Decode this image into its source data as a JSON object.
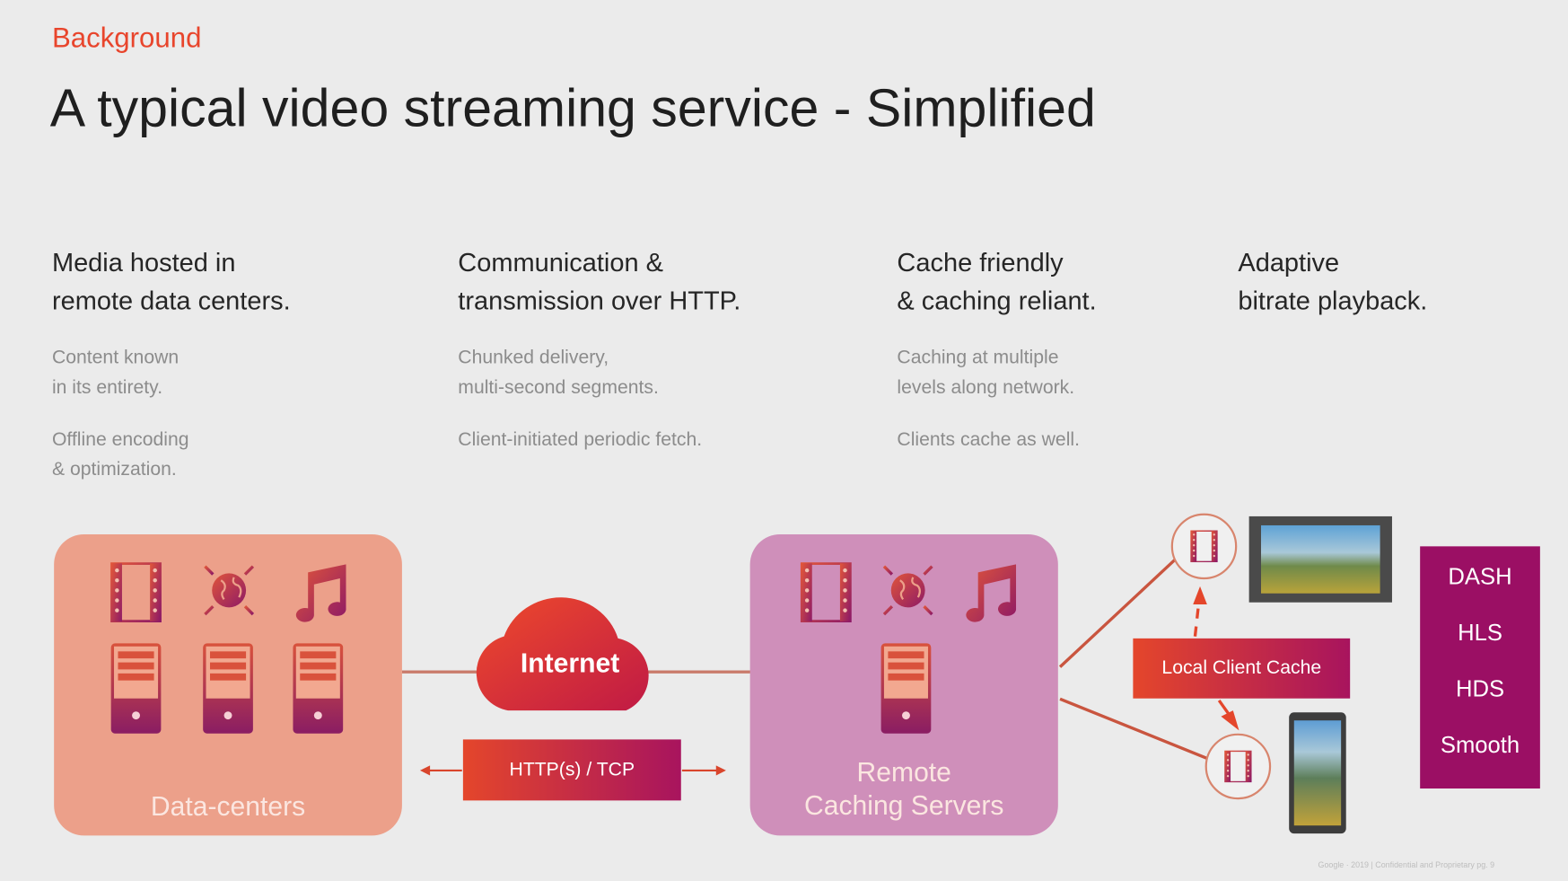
{
  "header": {
    "kicker": "Background",
    "title": "A typical video streaming service - Simplified"
  },
  "columns": [
    {
      "heading": "Media hosted in\nremote data centers.",
      "points": [
        "Content known\nin its entirety.",
        "Offline encoding\n& optimization."
      ]
    },
    {
      "heading": "Communication &\ntransmission over HTTP.",
      "points": [
        "Chunked delivery,\nmulti-second segments.",
        "Client-initiated periodic fetch."
      ]
    },
    {
      "heading": "Cache friendly\n& caching reliant.",
      "points": [
        "Caching at multiple\nlevels along network.",
        "Clients cache as well."
      ]
    },
    {
      "heading": "Adaptive\nbitrate playback.",
      "points": []
    }
  ],
  "diagram": {
    "datacenters_label": "Data-centers",
    "internet_label": "Internet",
    "protocol_label": "HTTP(s) / TCP",
    "remote_label": "Remote\nCaching Servers",
    "local_cache_label": "Local Client Cache",
    "protocols": [
      "DASH",
      "HLS",
      "HDS",
      "Smooth"
    ]
  },
  "footer": "Google · 2019 | Confidential and Proprietary pg. 9",
  "colors": {
    "accent": "#e8452c",
    "datacenter": "#eca08a",
    "remote": "#cf8fba",
    "protocol": "#9b0f64"
  }
}
